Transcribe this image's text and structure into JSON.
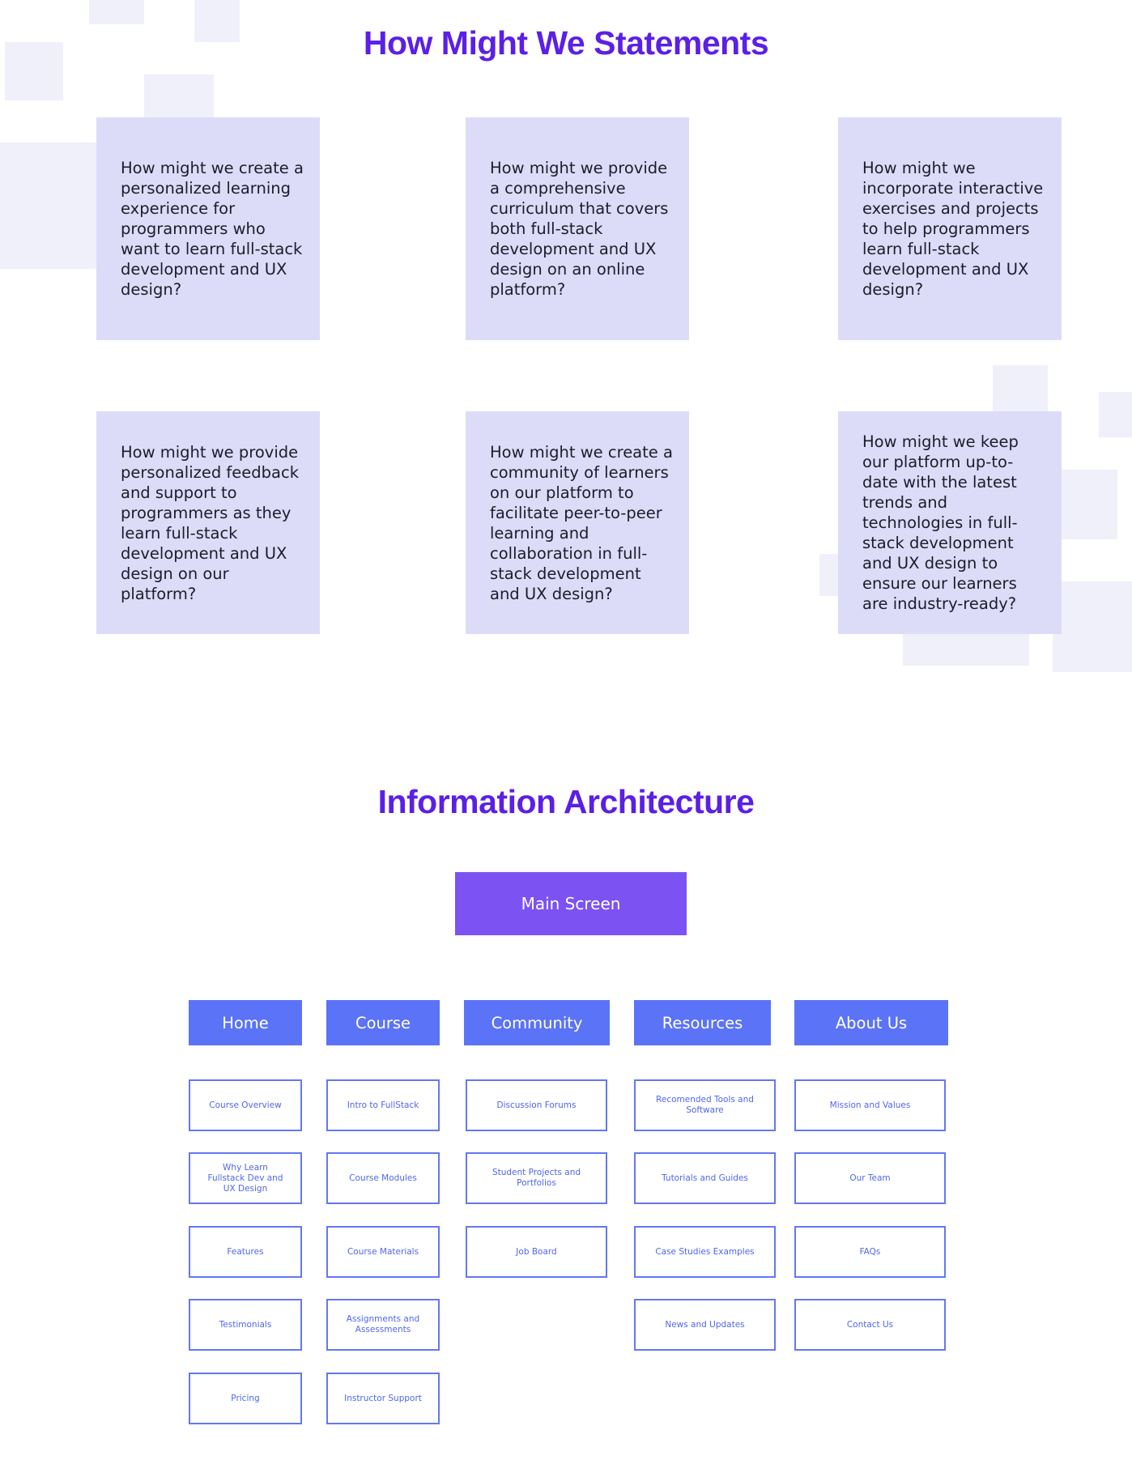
{
  "hmw_section": {
    "title": "How Might We Statements",
    "statements": [
      "How might we create a personalized learning experience for programmers who want to learn full-stack development and UX design?",
      "How might we provide a comprehensive curriculum that covers both full-stack development and UX design on an online platform?",
      "How might we incorporate interactive exercises and projects to help programmers learn full-stack development and UX design?",
      "How might we provide personalized feedback and support to programmers as they learn full-stack development and UX design on our platform?",
      "How might we create a community of learners on our platform to facilitate peer-to-peer learning and collaboration in full-stack development and UX design?",
      "How might we keep our platform up-to-date with the latest trends and technologies in full-stack development and UX design to ensure our learners are industry-ready?"
    ]
  },
  "ia_section": {
    "title": "Information Architecture",
    "main_screen": "Main Screen",
    "columns": [
      {
        "label": "Home",
        "items": [
          "Course Overview",
          "Why Learn Fullstack Dev and UX Design",
          "Features",
          "Testimonials",
          "Pricing"
        ]
      },
      {
        "label": "Course",
        "items": [
          "Intro to FullStack",
          "Course Modules",
          "Course Materials",
          "Assignments and Assessments",
          "Instructor Support"
        ]
      },
      {
        "label": "Community",
        "items": [
          "Discussion Forums",
          "Student Projects and Portfolios",
          "Job Board"
        ]
      },
      {
        "label": "Resources",
        "items": [
          "Recomended Tools and Software",
          "Tutorials and Guides",
          "Case Studies Examples",
          "News and Updates"
        ]
      },
      {
        "label": "About Us",
        "items": [
          "Mission and Values",
          "Our Team",
          "FAQs",
          "Contact Us"
        ]
      }
    ]
  },
  "colors": {
    "title": "#5b1fe6",
    "card_bg": "#dcdcf9",
    "main_screen_bg": "#7c52f2",
    "nav_bg": "#5b73f6",
    "sub_border": "#6378f3",
    "decor": "#f0f0fa"
  }
}
